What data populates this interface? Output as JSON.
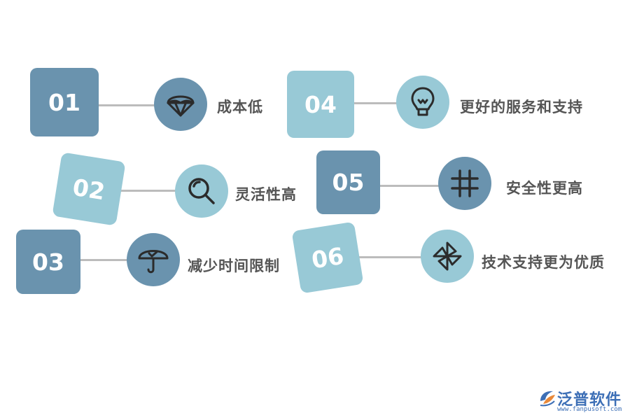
{
  "items": [
    {
      "number": "01",
      "label": "成本低",
      "icon": "parachute-icon"
    },
    {
      "number": "02",
      "label": "灵活性高",
      "icon": "magnifier-icon"
    },
    {
      "number": "03",
      "label": "减少时间限制",
      "icon": "umbrella-icon"
    },
    {
      "number": "04",
      "label": "更好的服务和支持",
      "icon": "lightbulb-icon"
    },
    {
      "number": "05",
      "label": "安全性更高",
      "icon": "hashtag-icon"
    },
    {
      "number": "06",
      "label": "技术支持更为优质",
      "icon": "pinwheel-icon"
    }
  ],
  "logo": {
    "name": "泛普软件",
    "url": "www.fanpusoft.com"
  },
  "colors": {
    "dark": "#6a93ae",
    "light": "#98c9d6",
    "connector": "#bcbcbc",
    "text": "#555555",
    "icon_stroke": "#2b2b2b"
  }
}
